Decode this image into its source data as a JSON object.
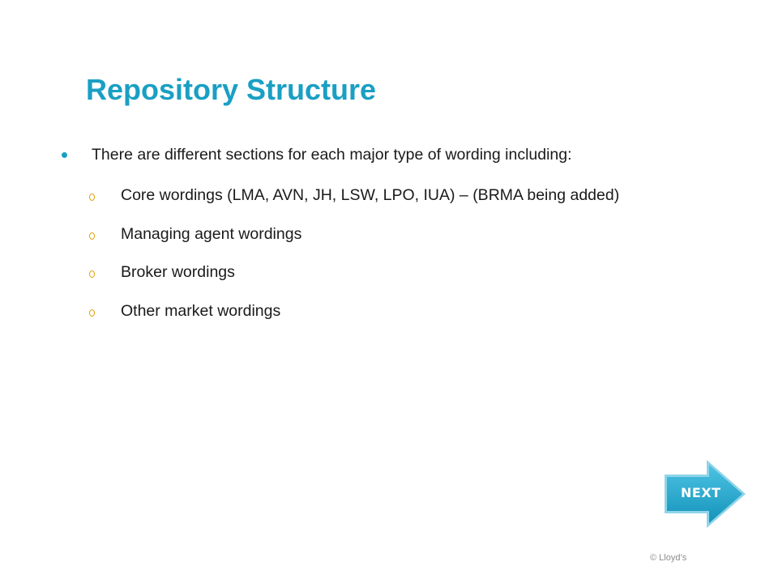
{
  "slide": {
    "title": "Repository Structure",
    "main_bullet": "There are different sections for each major type of wording including:",
    "sub_bullets": [
      "Core wordings (LMA, AVN, JH, LSW, LPO, IUA) – (BRMA being added)",
      "Managing agent wordings",
      "Broker wordings",
      "Other market wordings"
    ],
    "next_label": "NEXT",
    "copyright": "© Lloyd’s"
  },
  "colors": {
    "title": "#1a9fc4",
    "main_bullet": "#1a9fc4",
    "sub_bullet": "#e0a000",
    "next_arrow": "#23a9cf"
  },
  "icons": {
    "next": "right-arrow-next-icon"
  }
}
